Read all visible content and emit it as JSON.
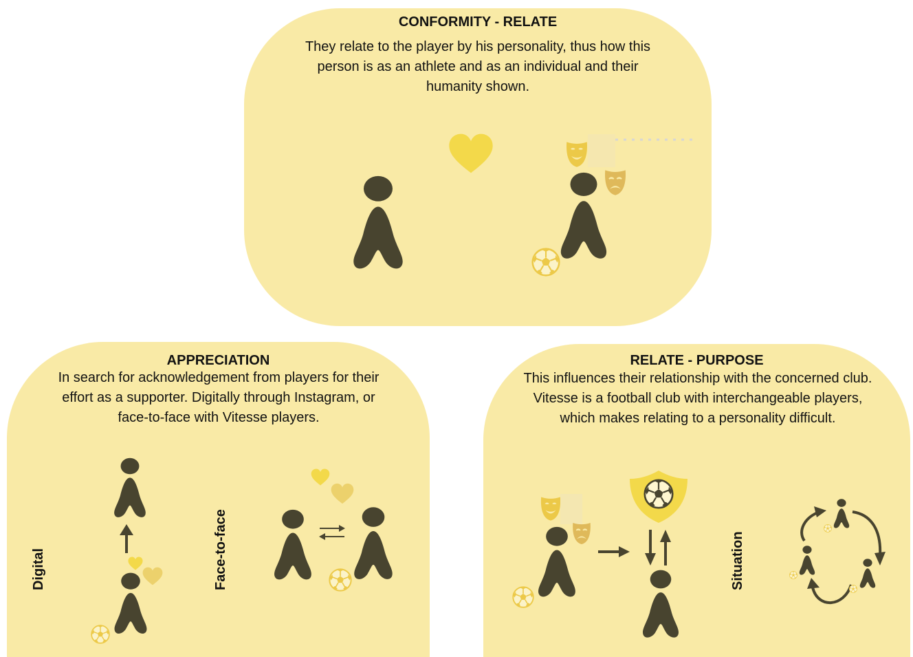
{
  "top": {
    "title": "CONFORMITY - RELATE",
    "text": "They relate to the player by his personality, thus how this person is as an athlete and as an individual and their humanity shown."
  },
  "left": {
    "title": "APPRECIATION",
    "text": "In search for acknowledgement from players for their effort as a supporter. Digitally through Instagram, or face-to-face with Vitesse players.",
    "label_digital": "Digital",
    "label_face": "Face-to-face"
  },
  "right": {
    "title": "RELATE - PURPOSE",
    "text": "This influences their relationship with the concerned club. Vitesse is a football club with interchangeable players, which makes relating to a personality difficult.",
    "label_situation": "Situation"
  },
  "colors": {
    "panel": "#f9eaa6",
    "figure": "#48442f",
    "heart": "#f3d94a",
    "heart_light": "#ecd16c",
    "mask": "#ecc948",
    "ball": "#f0cf48"
  },
  "icons": [
    "person-icon",
    "heart-icon",
    "theatre-mask-icon",
    "football-icon",
    "shield-icon",
    "arrow-icon"
  ]
}
